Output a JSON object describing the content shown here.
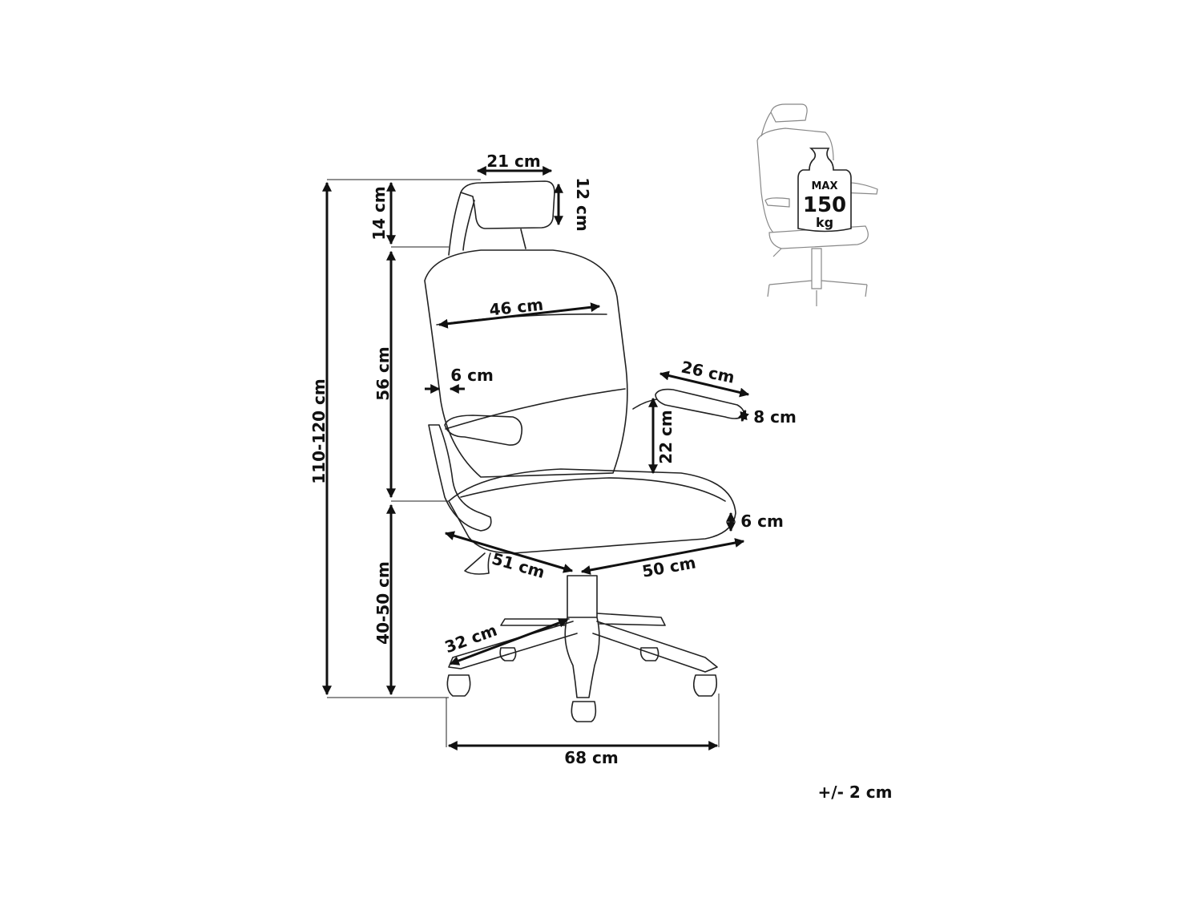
{
  "dimensions": {
    "headrest_width": "21 cm",
    "headrest_height": "12 cm",
    "headrest_offset": "14 cm",
    "total_height": "110-120 cm",
    "backrest_height": "56 cm",
    "seat_height": "40-50 cm",
    "backrest_width": "46 cm",
    "backrest_thickness": "6 cm",
    "armrest_length": "26 cm",
    "armrest_width": "8 cm",
    "armrest_height": "22 cm",
    "seat_thickness": "6 cm",
    "seat_depth": "51 cm",
    "seat_width": "50 cm",
    "base_radius": "32 cm",
    "base_width": "68 cm"
  },
  "tolerance": "+/- 2 cm",
  "load_badge": {
    "max": "MAX",
    "value": "150",
    "unit": "kg"
  }
}
